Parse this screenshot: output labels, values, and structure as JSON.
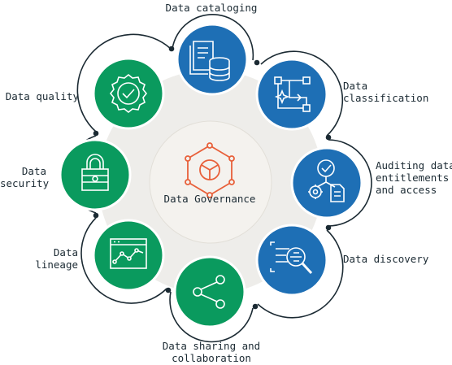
{
  "diagram": {
    "center": {
      "label": "Data Governance",
      "icon": "governance-hexagon-icon"
    },
    "nodes": [
      {
        "key": "cataloging",
        "lines": [
          "Data cataloging"
        ],
        "icon": "catalog-database-icon"
      },
      {
        "key": "classification",
        "lines": [
          "Data",
          "classification"
        ],
        "icon": "classification-flow-icon"
      },
      {
        "key": "auditing",
        "lines": [
          "Auditing data",
          "entitlements",
          "and access"
        ],
        "icon": "audit-gear-document-icon"
      },
      {
        "key": "discovery",
        "lines": [
          "Data discovery"
        ],
        "icon": "discovery-magnifier-icon"
      },
      {
        "key": "sharing",
        "lines": [
          "Data sharing and",
          "collaboration"
        ],
        "icon": "share-icon"
      },
      {
        "key": "lineage",
        "lines": [
          "Data",
          "lineage"
        ],
        "icon": "lineage-chart-icon"
      },
      {
        "key": "security",
        "lines": [
          "Data",
          "security"
        ],
        "icon": "padlock-icon"
      },
      {
        "key": "quality",
        "lines": [
          "Data quality"
        ],
        "icon": "quality-badge-icon"
      }
    ]
  },
  "colors": {
    "blue": "#1e6fb5",
    "green": "#0a9a5e",
    "ring_background": "#eeedea",
    "center_fill": "#f4f2ee",
    "accent": "#e8603a",
    "dark": "#1b2a33"
  }
}
